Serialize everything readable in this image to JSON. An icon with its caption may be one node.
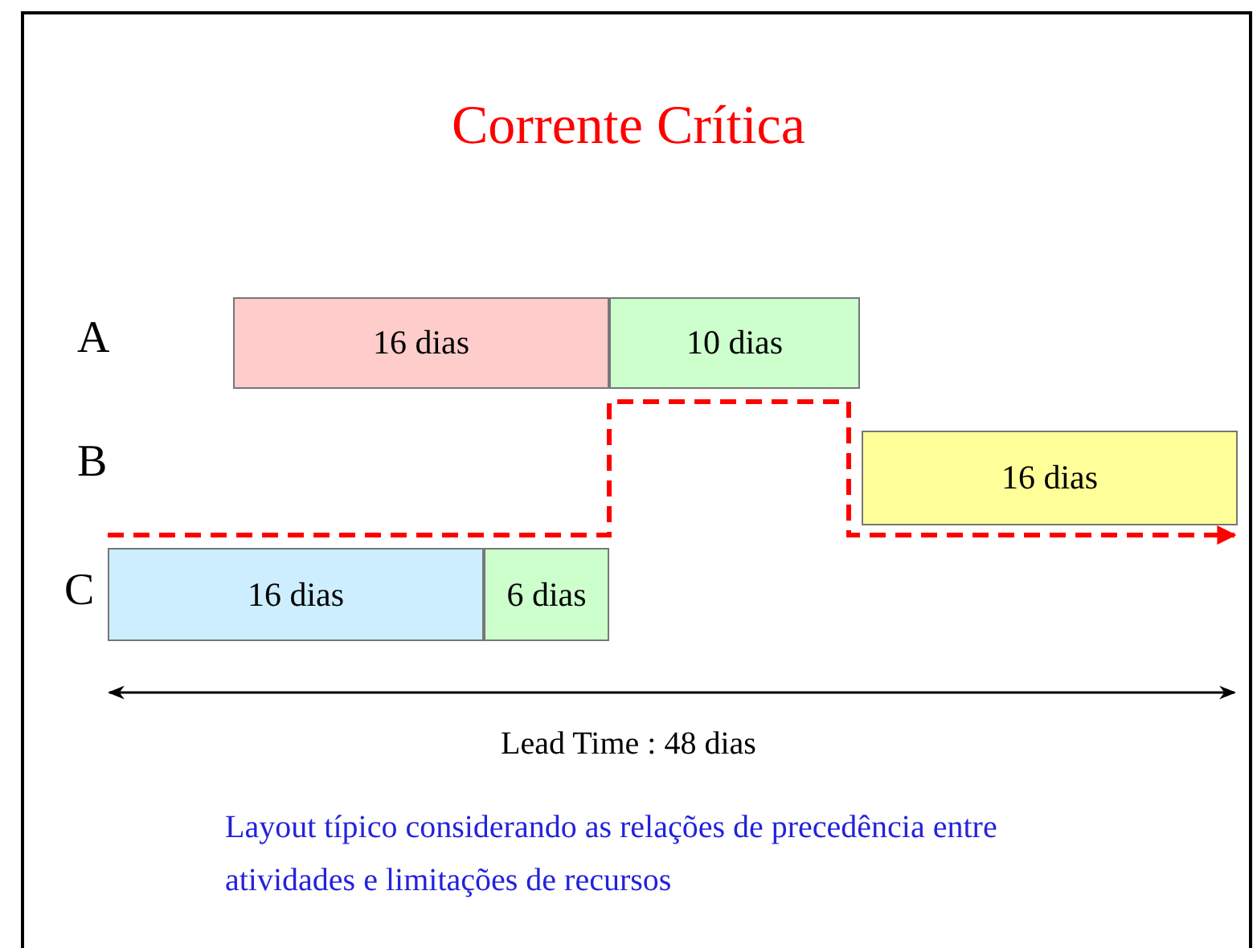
{
  "diagram": {
    "title": "Corrente Crítica",
    "caption": "Layout típico considerando as relações de precedência entre atividades e limitações de recursos",
    "nodes": [
      {
        "text": [
          "16 dias"
        ]
      },
      {
        "text": [
          "10 dias"
        ]
      },
      {
        "text": [
          "16 dias"
        ]
      },
      {
        "text": [
          "16 dias"
        ]
      },
      {
        "text": [
          "6 dias"
        ]
      }
    ],
    "labels": [
      "A",
      "B",
      "C",
      "Lead Time : 48 dias"
    ]
  }
}
